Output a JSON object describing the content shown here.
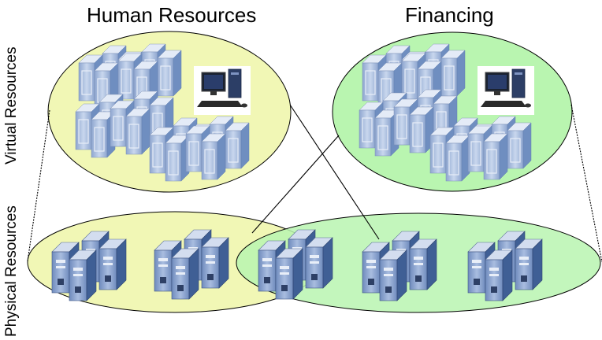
{
  "groups": {
    "left": {
      "title": "Human Resources",
      "fill": "#f1f7b5"
    },
    "right": {
      "title": "Financing",
      "fill": "#b9f5b0"
    }
  },
  "axis_labels": {
    "virtual": "Virtual Resources",
    "physical": "Physical Resources"
  },
  "colors": {
    "server_front": "#7d97c4",
    "server_side": "#46699e",
    "server_top": "#c8d5ea",
    "outline": "#000000"
  },
  "icons": [
    "server-cluster-icon",
    "desktop-computer-icon"
  ]
}
